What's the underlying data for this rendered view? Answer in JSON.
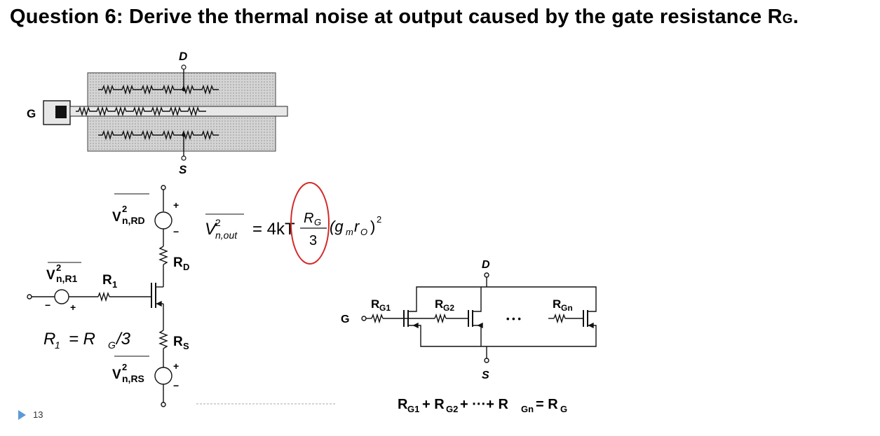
{
  "slide": {
    "title_main": "Question 6: Derive the thermal noise at output caused by the gate resistance R",
    "title_sub": "G",
    "title_end": ".",
    "page_number": "13"
  },
  "layout_figure": {
    "label_d": "D",
    "label_g": "G",
    "label_s": "S"
  },
  "noise_model": {
    "v_rd": "V",
    "v_rd_sup": "2",
    "v_rd_sub": "n,RD",
    "r_d": "R",
    "r_d_sub": "D",
    "v_r1": "V",
    "v_r1_sup": "2",
    "v_r1_sub": "n,R1",
    "r_1": "R",
    "r_1_sub": "1",
    "r_s": "R",
    "r_s_sub": "S",
    "v_rs": "V",
    "v_rs_sup": "2",
    "v_rs_sub": "n,RS",
    "r1_eq_lhs": "R",
    "r1_eq_lhs_sub": "1",
    "r1_eq_mid": "= R",
    "r1_eq_mid_sub": "G",
    "r1_eq_rhs": "/3",
    "plus": "+",
    "minus": "−"
  },
  "equation": {
    "lhs_v": "V",
    "lhs_sup": "2",
    "lhs_sub": "n,out",
    "eq_4kt": "= 4kT",
    "num": "R",
    "num_sub": "G",
    "den": "3",
    "paren": "(g",
    "paren_sub": "m",
    "paren_r": "r",
    "paren_r_sub": "O",
    "paren_close": ")",
    "paren_sup": "2"
  },
  "distributed": {
    "g": "G",
    "d": "D",
    "s": "S",
    "rg1": "R",
    "rg1_sub": "G1",
    "rg2": "R",
    "rg2_sub": "G2",
    "rgn": "R",
    "rgn_sub": "Gn",
    "dots": "• • •",
    "sum_rg1": "R",
    "sum_rg1_sub": "G1",
    "sum_plus1": "+ R",
    "sum_rg2_sub": "G2",
    "sum_plus2": "+ ···+ R",
    "sum_rgn_sub": "Gn",
    "sum_eq": "= R",
    "sum_rg_sub": "G"
  },
  "colors": {
    "highlight_circle": "#d42a2a",
    "layout_fill": "#cfcfcf",
    "arrow": "#5b9bd5"
  }
}
